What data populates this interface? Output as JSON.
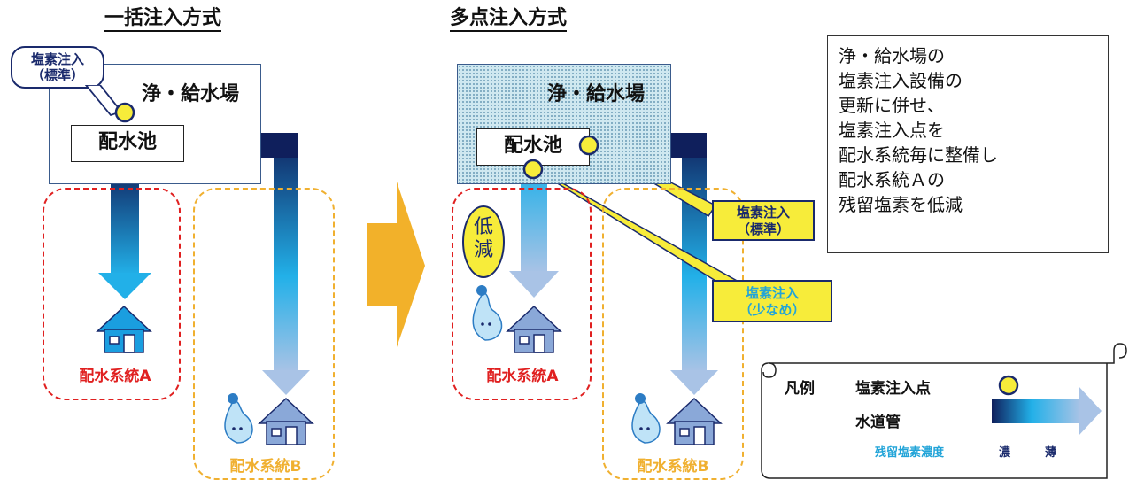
{
  "left": {
    "title": "一括注入方式",
    "plant_label": "浄・給水場",
    "reservoir_label": "配水池",
    "callout_line1": "塩素注入",
    "callout_line2": "（標準）",
    "zone_a_label": "配水系統A",
    "zone_b_label": "配水系統B"
  },
  "right": {
    "title": "多点注入方式",
    "plant_label": "浄・給水場",
    "reservoir_label": "配水池",
    "callout_standard_line1": "塩素注入",
    "callout_standard_line2": "（標準）",
    "callout_less_line1": "塩素注入",
    "callout_less_line2": "（少なめ）",
    "reduce_line1": "低",
    "reduce_line2": "減",
    "zone_a_label": "配水系統A",
    "zone_b_label": "配水系統B"
  },
  "note": {
    "lines": [
      "浄・給水場の",
      "塩素注入設備の",
      "更新に併せ、",
      "塩素注入点を",
      "配水系統毎に整備し",
      "配水系統Ａの",
      "残留塩素を低減"
    ]
  },
  "legend": {
    "title": "凡例",
    "injection_point_label": "塩素注入点",
    "pipe_label": "水道管",
    "concentration_label": "残留塩素濃度",
    "high_label": "濃",
    "low_label": "薄"
  },
  "colors": {
    "navy": "#0f1f5c",
    "cyan": "#22a4d8",
    "light_blue": "#a9c3e6",
    "zone_red": "#e02020",
    "zone_yellow": "#f0b030",
    "callout_yellow": "#f7ec3a",
    "arrow_orange": "#f2b12a"
  }
}
